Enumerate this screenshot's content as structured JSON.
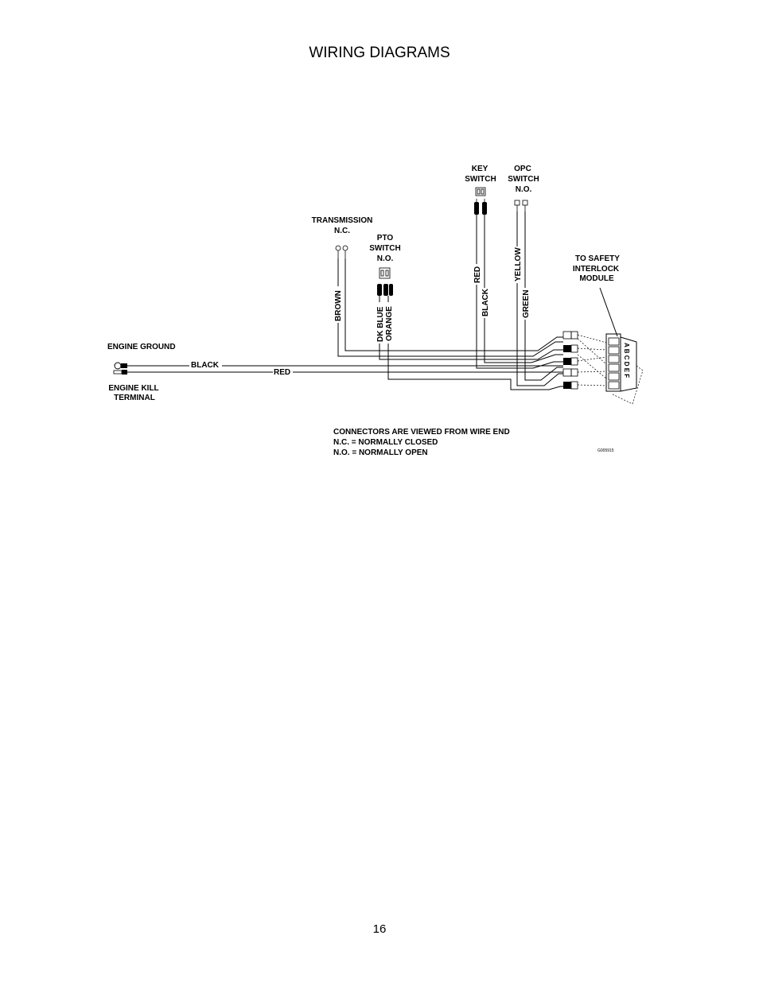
{
  "page": {
    "title": "WIRING DIAGRAMS",
    "page_number": "16"
  },
  "labels": {
    "key_switch": [
      "KEY",
      "SWITCH"
    ],
    "opc_switch": [
      "OPC",
      "SWITCH",
      "N.O."
    ],
    "transmission": [
      "TRANSMISSION",
      "N.C."
    ],
    "pto_switch": [
      "PTO",
      "SWITCH",
      "N.O."
    ],
    "safety_module": [
      "TO SAFETY",
      "INTERLOCK",
      "MODULE"
    ],
    "engine_ground": "ENGINE GROUND",
    "engine_kill": [
      "ENGINE KILL",
      "TERMINAL"
    ],
    "module_pins": "A B C D E F",
    "figure_code": "G005915"
  },
  "wires": {
    "black_ground": "BLACK",
    "red_kill": "RED",
    "brown": "BROWN",
    "dk_blue": "DK BLUE",
    "orange": "ORANGE",
    "key_red": "RED",
    "key_black": "BLACK",
    "yellow": "YELLOW",
    "green": "GREEN"
  },
  "notes": [
    "CONNECTORS ARE VIEWED FROM WIRE END",
    "N.C. = NORMALLY CLOSED",
    "N.O. = NORMALLY OPEN"
  ]
}
